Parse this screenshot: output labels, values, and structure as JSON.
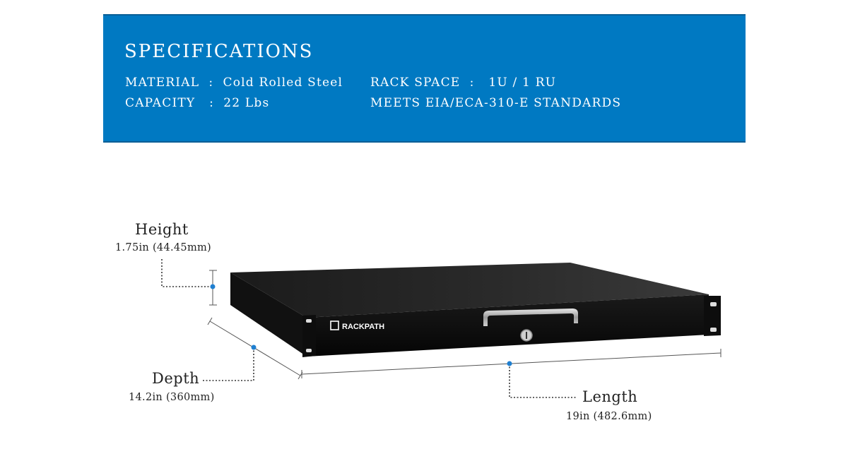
{
  "banner": {
    "title": "SPECIFICATIONS",
    "specs": {
      "material": "MATERIAL  :  Cold Rolled Steel",
      "capacity": "CAPACITY   :  22 Lbs",
      "rack_space": "RACK SPACE  :   1U / 1 RU",
      "standards": "MEETS EIA/ECA-310-E STANDARDS"
    },
    "background_color": "#0079c2"
  },
  "product": {
    "brand": "RACKPATH"
  },
  "dimensions": {
    "height": {
      "label": "Height",
      "value": "1.75in (44.45mm)"
    },
    "depth": {
      "label": "Depth",
      "value": "14.2in (360mm)"
    },
    "length": {
      "label": "Length",
      "value": "19in (482.6mm)"
    },
    "marker_color": "#1f7fd0"
  }
}
